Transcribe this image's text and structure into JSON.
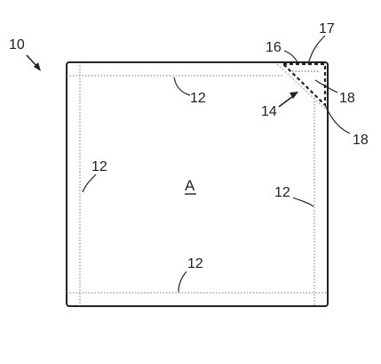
{
  "figure": {
    "labels": {
      "device": "10",
      "panel": "A",
      "seam_top": "12",
      "seam_left": "12",
      "seam_right": "12",
      "seam_bottom": "12",
      "corner_arrow": "14",
      "flap_edge": "16",
      "flap_tip": "17",
      "fold_upper": "18",
      "fold_lower": "18"
    },
    "colors": {
      "ink": "#222222",
      "dashed": "#666666",
      "background": "#ffffff"
    }
  }
}
